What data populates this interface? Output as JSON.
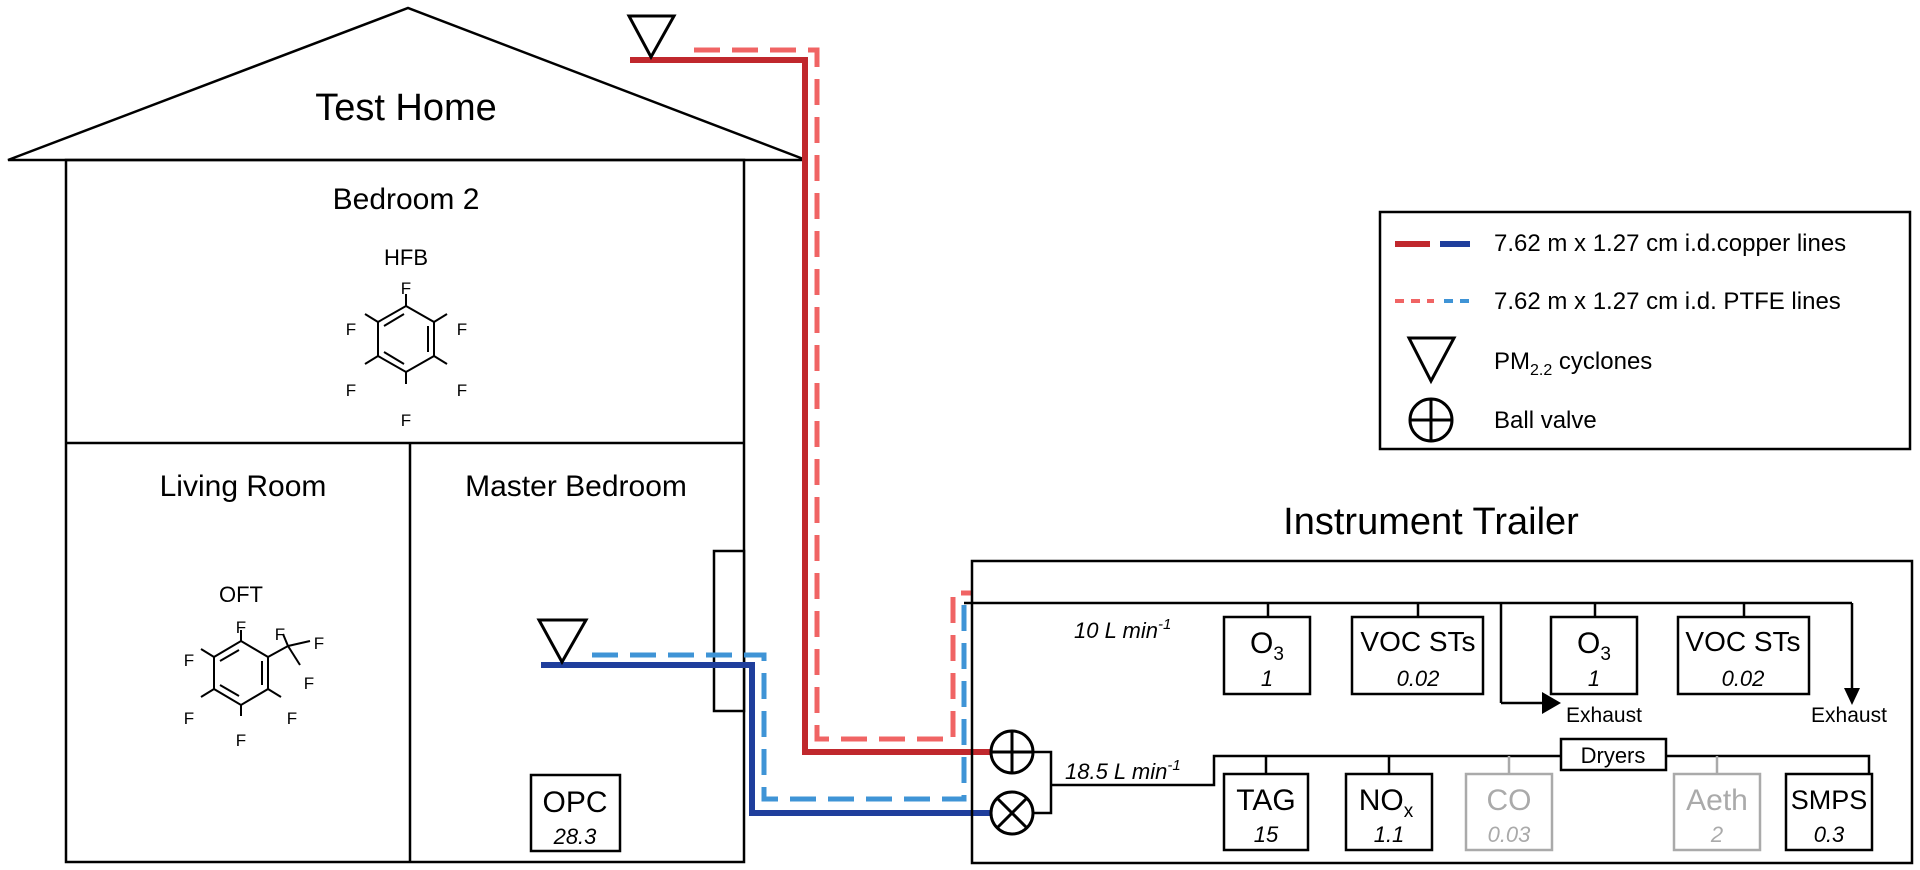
{
  "house": {
    "title": "Test Home",
    "bedroom2": {
      "label": "Bedroom 2",
      "tracer": "HFB"
    },
    "living_room": {
      "label": "Living Room",
      "tracer": "OFT"
    },
    "master_bedroom": {
      "label": "Master Bedroom"
    },
    "opc": {
      "name": "OPC",
      "flow": "28.3"
    },
    "fluorine_atom": "F"
  },
  "trailer": {
    "title": "Instrument Trailer",
    "flow_top": "10 L min",
    "flow_top_exp": "-1",
    "flow_bottom": "18.5 L min",
    "flow_bottom_exp": "-1",
    "exhaust_label": "Exhaust",
    "dryers_label": "Dryers",
    "top_instruments": [
      {
        "name": "O",
        "sub": "3",
        "flow": "1"
      },
      {
        "name": "VOC STs",
        "sub": "",
        "flow": "0.02"
      },
      {
        "name": "O",
        "sub": "3",
        "flow": "1"
      },
      {
        "name": "VOC STs",
        "sub": "",
        "flow": "0.02"
      }
    ],
    "bottom_instruments": [
      {
        "name": "TAG",
        "sub": "",
        "flow": "15",
        "inactive": false
      },
      {
        "name": "NO",
        "sub": "x",
        "flow": "1.1",
        "inactive": false
      },
      {
        "name": "CO",
        "sub": "",
        "flow": "0.03",
        "inactive": true
      },
      {
        "name": "Aeth",
        "sub": "",
        "flow": "2",
        "inactive": true
      },
      {
        "name": "SMPS",
        "sub": "",
        "flow": "0.3",
        "inactive": false
      }
    ]
  },
  "legend": {
    "copper_lines": "7.62 m x 1.27 cm i.d.copper lines",
    "ptfe_lines": "7.62 m x 1.27 cm i.d. PTFE lines",
    "cyclones_prefix": "PM",
    "cyclones_sub": "2.2",
    "cyclones_suffix": " cyclones",
    "ball_valve": "Ball valve"
  },
  "colors": {
    "copper_red": "#c0282d",
    "copper_blue": "#1f3e9c",
    "ptfe_red": "#f06464",
    "ptfe_blue": "#3f94d6",
    "inactive_gray": "#aaaaaa"
  }
}
